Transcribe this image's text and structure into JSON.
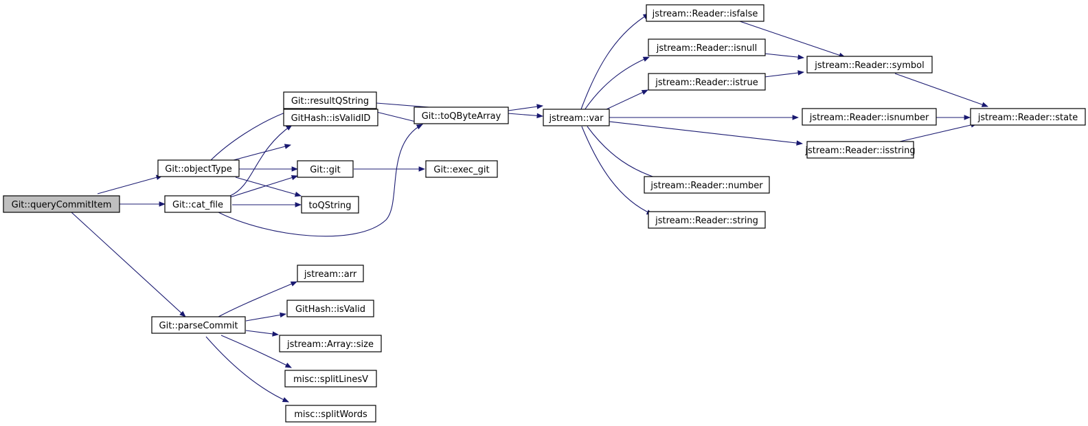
{
  "nodes": {
    "queryCommitItem": "Git::queryCommitItem",
    "objectType": "Git::objectType",
    "cat_file": "Git::cat_file",
    "parseCommit": "Git::parseCommit",
    "resultQString": "Git::resultQString",
    "isValidID": "GitHash::isValidID",
    "git": "Git::git",
    "toQString": "toQString",
    "toQByteArray": "Git::toQByteArray",
    "exec_git": "Git::exec_git",
    "var": "jstream::var",
    "arr": "jstream::arr",
    "isValid": "GitHash::isValid",
    "arraySize": "jstream::Array::size",
    "splitLinesV": "misc::splitLinesV",
    "splitWords": "misc::splitWords",
    "isfalse": "jstream::Reader::isfalse",
    "isnull": "jstream::Reader::isnull",
    "istrue": "jstream::Reader::istrue",
    "isnumber": "jstream::Reader::isnumber",
    "isstring": "jstream::Reader::isstring",
    "number": "jstream::Reader::number",
    "string": "jstream::Reader::string",
    "symbol": "jstream::Reader::symbol",
    "state": "jstream::Reader::state"
  },
  "colors": {
    "edge": "#191970",
    "root_fill": "#bfbfbf",
    "node_fill": "#ffffff",
    "node_stroke": "#000000"
  }
}
